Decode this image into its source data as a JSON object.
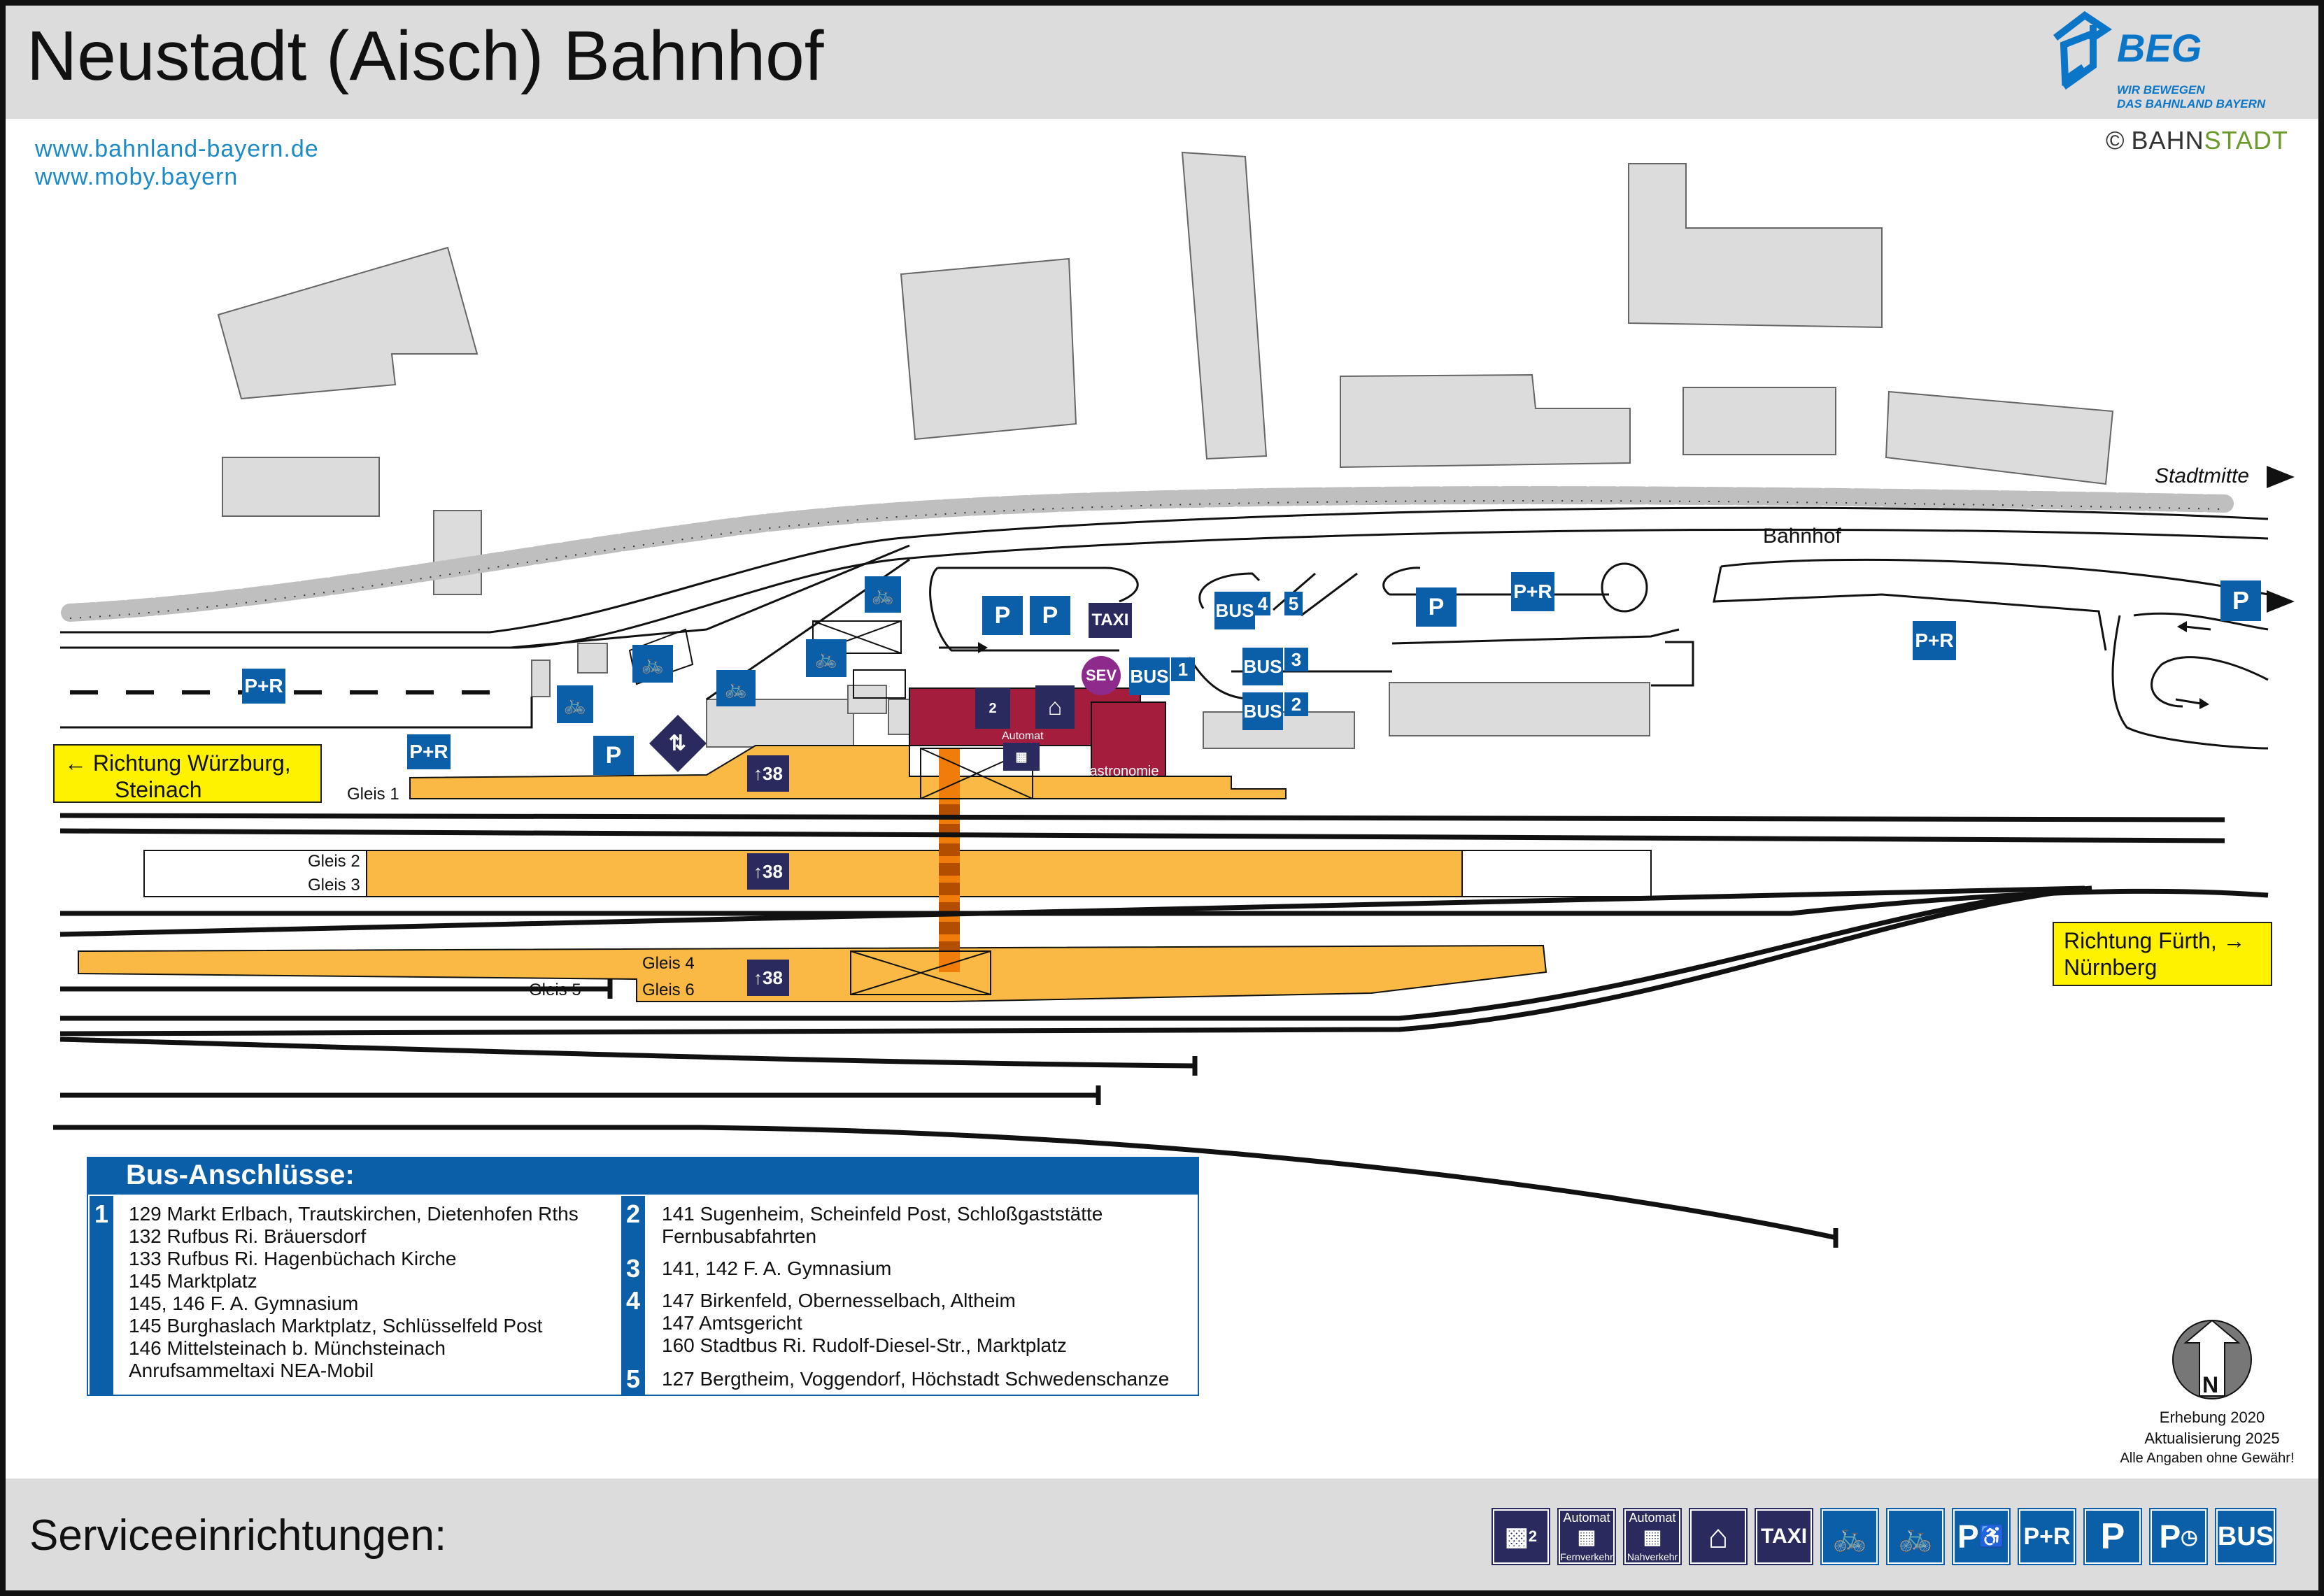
{
  "title": "Neustadt (Aisch) Bahnhof",
  "links": [
    "www.bahnland-bayern.de",
    "www.moby.bayern"
  ],
  "brand": {
    "name": "BEG",
    "tagline_1": "WIR BEWEGEN",
    "tagline_2": "DAS BAHNLAND BAYERN",
    "copyright_symbol": "©",
    "copyright_1": "BAHN",
    "copyright_2": "STADT"
  },
  "colors": {
    "platform": "#f9b944",
    "building": "#dcdcdc",
    "service_blue": "#0b5ea8",
    "service_dark": "#2b2a5e",
    "station_building": "#a51d3c",
    "direction_box": "#fff200",
    "stairs": "#f07d0a",
    "sev": "#8e2a8c"
  },
  "map": {
    "street_bahnhof": "Bahnhof",
    "stadtmitte": "Stadtmitte",
    "direction_west": {
      "line1": "Richtung Würzburg,",
      "line2": "Steinach"
    },
    "direction_east": {
      "line1": "Richtung Fürth,",
      "line2": "Nürnberg"
    },
    "tracks": {
      "gleis1": "Gleis 1",
      "gleis2": "Gleis 2",
      "gleis3": "Gleis 3",
      "gleis4": "Gleis 4",
      "gleis5": "Gleis 5",
      "gleis6": "Gleis 6"
    },
    "platform_height": "38",
    "gastronomie": "Gastronomie",
    "automat": "Automat",
    "icons": {
      "pr": "P+R",
      "p": "P",
      "bus": "BUS",
      "taxi": "TAXI",
      "sev": "SEV",
      "bus_stop_1": "1",
      "bus_stop_2": "2",
      "bus_stop_3": "3",
      "bus_stop_4": "4",
      "bus_stop_5": "5",
      "ticket_2": "2"
    }
  },
  "bus_connections": {
    "heading": "Bus-Anschlüsse:",
    "stops": [
      {
        "number": "1",
        "lines": [
          "129 Markt Erlbach, Trautskirchen, Dietenhofen Rths",
          "132 Rufbus Ri. Bräuersdorf",
          "133 Rufbus Ri. Hagenbüchach Kirche",
          "145 Marktplatz",
          "145, 146 F. A. Gymnasium",
          "145 Burghaslach Marktplatz, Schlüsselfeld Post",
          "146 Mittelsteinach b. Münchsteinach",
          "Anrufsammeltaxi NEA-Mobil"
        ]
      },
      {
        "number": "2",
        "lines": [
          "141 Sugenheim, Scheinfeld Post, Schloßgaststätte",
          "Fernbusabfahrten"
        ]
      },
      {
        "number": "3",
        "lines": [
          "141, 142 F. A. Gymnasium"
        ]
      },
      {
        "number": "4",
        "lines": [
          "147 Birkenfeld, Obernesselbach, Altheim",
          "147 Amtsgericht",
          "160 Stadtbus Ri. Rudolf-Diesel-Str., Marktplatz"
        ]
      },
      {
        "number": "5",
        "lines": [
          "127 Bergtheim, Voggendorf, Höchstadt Schwedenschanze"
        ]
      }
    ]
  },
  "north": {
    "letter": "N",
    "survey": "Erhebung 2020",
    "update": "Aktualisierung 2025",
    "disclaimer": "Alle Angaben ohne Gewähr!"
  },
  "services": {
    "label": "Serviceeinrichtungen:",
    "items": [
      {
        "icon": "ticket-machine-icon",
        "text": "2"
      },
      {
        "icon": "ticket-automat-fernverkehr-icon",
        "top": "Automat",
        "bottom": "Fernverkehr"
      },
      {
        "icon": "ticket-automat-nahverkehr-icon",
        "top": "Automat",
        "bottom": "Nahverkehr"
      },
      {
        "icon": "waiting-room-icon",
        "text": ""
      },
      {
        "icon": "taxi-icon",
        "text": "TAXI"
      },
      {
        "icon": "bike-parking-covered-icon",
        "text": ""
      },
      {
        "icon": "bike-parking-icon",
        "text": ""
      },
      {
        "icon": "disabled-parking-icon",
        "text": "P"
      },
      {
        "icon": "park-and-ride-icon",
        "text": "P+R"
      },
      {
        "icon": "parking-icon",
        "text": "P"
      },
      {
        "icon": "short-term-parking-icon",
        "text": "P"
      },
      {
        "icon": "bus-icon",
        "text": "BUS"
      }
    ]
  }
}
